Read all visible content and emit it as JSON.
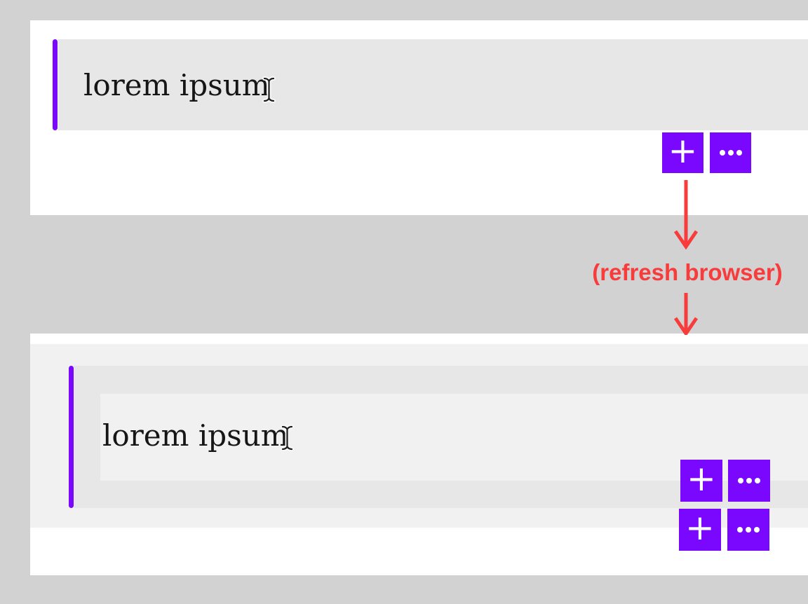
{
  "ui": {
    "before_panel": {
      "block_text": "lorem ipsum",
      "pointer_icon": "text-cursor-icon",
      "add_button_label": "+",
      "menu_button_icon": "ellipsis-icon"
    },
    "annotation": {
      "label": "(refresh browser)",
      "arrow_icon": "arrow-down-icon",
      "color": "#f83b3b"
    },
    "after_panel": {
      "inner_block_text": "lorem ipsum",
      "pointer_icon": "text-cursor-icon",
      "inner_block_row": {
        "add_button_label": "+",
        "menu_button_icon": "ellipsis-icon"
      },
      "outer_block_row": {
        "add_button_label": "+",
        "menu_button_icon": "ellipsis-icon"
      }
    },
    "colors": {
      "background": "#d2d2d2",
      "panel": "#ffffff",
      "block_shaded": "#e7e7e7",
      "block_light": "#f1f1f1",
      "accent_purple": "#7b08fe",
      "text": "#161616"
    }
  }
}
